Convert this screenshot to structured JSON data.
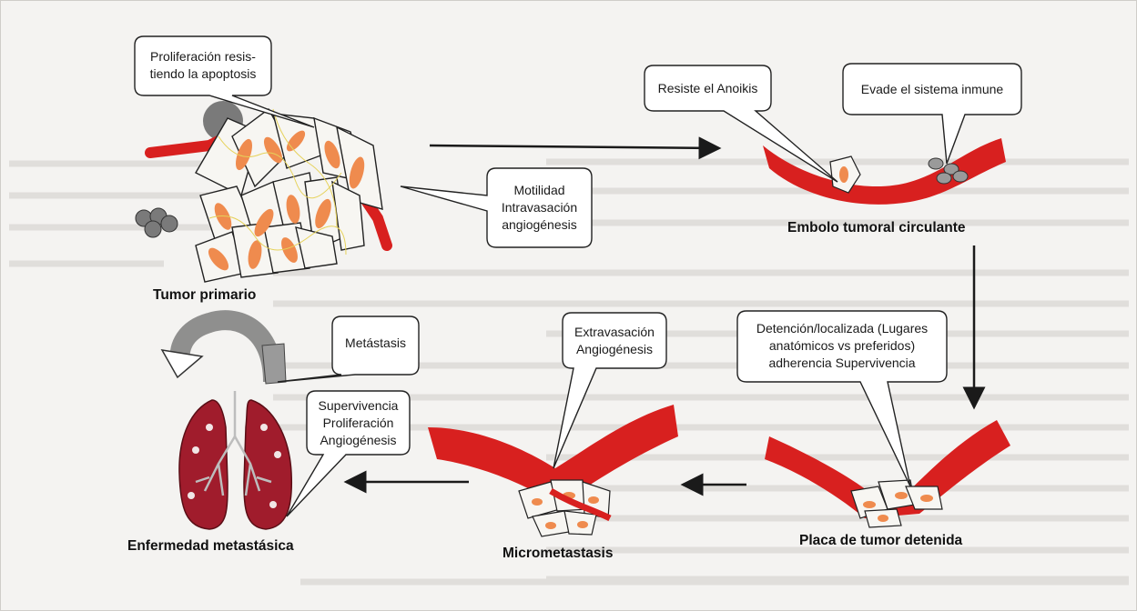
{
  "stages": {
    "primary_tumor": "Tumor primario",
    "circulating_embolus": "Embolo tumoral circulante",
    "arrested_plaque": "Placa de tumor detenida",
    "micrometastasis": "Micrometastasis",
    "metastatic_disease": "Enfermedad metastásica"
  },
  "callouts": {
    "proliferation": "Proliferación resis-\ntiendo la apoptosis",
    "motility": "Motilidad\nIntravasación\nangiogénesis",
    "anoikis": "Resiste el Anoikis",
    "immune": "Evade el sistema inmune",
    "arrest": "Detención/localizada (Lugares\nanatómicos vs preferidos)\nadherencia Supervivencia",
    "extravasation": "Extravasación\nAngiogénesis",
    "metastasis": "Metástasis",
    "survival": "Supervivencia\nProliferación\nAngiogénesis"
  },
  "colors": {
    "vessel_red": "#d8201f",
    "cell_orange": "#ef8b4e",
    "lung_red": "#a01c2c",
    "tumor_gray": "#7a7a7a"
  }
}
